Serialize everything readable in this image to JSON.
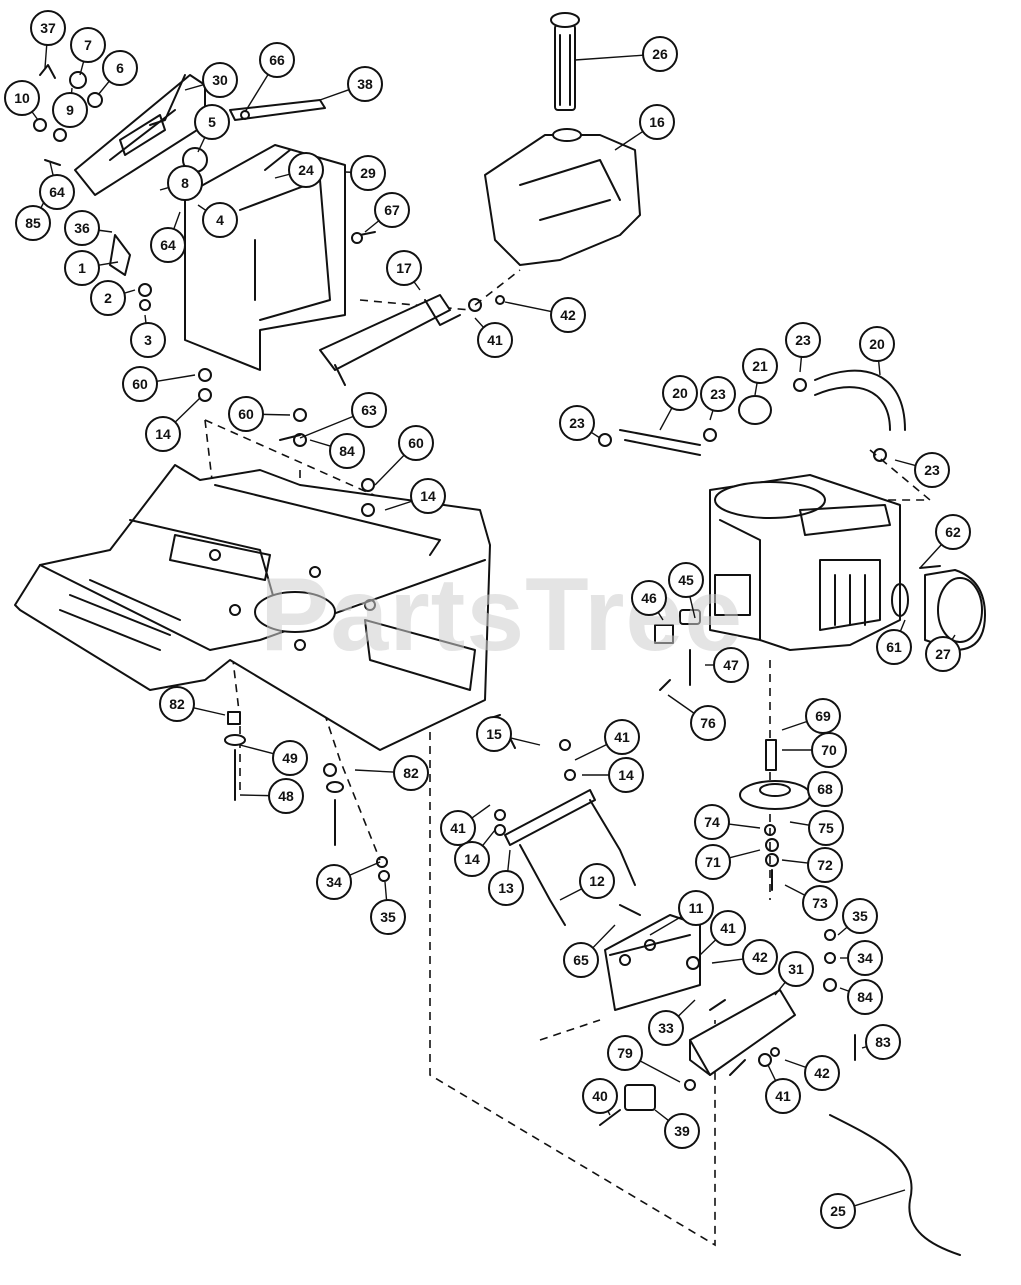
{
  "watermark": "PartsTree",
  "callouts": [
    {
      "id": "c37",
      "label": "37"
    },
    {
      "id": "c7",
      "label": "7"
    },
    {
      "id": "c6",
      "label": "6"
    },
    {
      "id": "c10",
      "label": "10"
    },
    {
      "id": "c9",
      "label": "9"
    },
    {
      "id": "c30",
      "label": "30"
    },
    {
      "id": "c5",
      "label": "5"
    },
    {
      "id": "c66",
      "label": "66"
    },
    {
      "id": "c38",
      "label": "38"
    },
    {
      "id": "c26",
      "label": "26"
    },
    {
      "id": "c16",
      "label": "16"
    },
    {
      "id": "c64a",
      "label": "64"
    },
    {
      "id": "c85",
      "label": "85"
    },
    {
      "id": "c8",
      "label": "8"
    },
    {
      "id": "c24",
      "label": "24"
    },
    {
      "id": "c29",
      "label": "29"
    },
    {
      "id": "c4",
      "label": "4"
    },
    {
      "id": "c36",
      "label": "36"
    },
    {
      "id": "c64b",
      "label": "64"
    },
    {
      "id": "c67",
      "label": "67"
    },
    {
      "id": "c1",
      "label": "1"
    },
    {
      "id": "c17",
      "label": "17"
    },
    {
      "id": "c2",
      "label": "2"
    },
    {
      "id": "c42a",
      "label": "42"
    },
    {
      "id": "c41a",
      "label": "41"
    },
    {
      "id": "c3",
      "label": "3"
    },
    {
      "id": "c60a",
      "label": "60"
    },
    {
      "id": "c21",
      "label": "21"
    },
    {
      "id": "c23a",
      "label": "23"
    },
    {
      "id": "c20a",
      "label": "20"
    },
    {
      "id": "c20b",
      "label": "20"
    },
    {
      "id": "c23b",
      "label": "23"
    },
    {
      "id": "c23c",
      "label": "23"
    },
    {
      "id": "c60b",
      "label": "60"
    },
    {
      "id": "c63",
      "label": "63"
    },
    {
      "id": "c14a",
      "label": "14"
    },
    {
      "id": "c84a",
      "label": "84"
    },
    {
      "id": "c60c",
      "label": "60"
    },
    {
      "id": "c23d",
      "label": "23"
    },
    {
      "id": "c14b",
      "label": "14"
    },
    {
      "id": "c62",
      "label": "62"
    },
    {
      "id": "c46",
      "label": "46"
    },
    {
      "id": "c45",
      "label": "45"
    },
    {
      "id": "c61",
      "label": "61"
    },
    {
      "id": "c27",
      "label": "27"
    },
    {
      "id": "c47",
      "label": "47"
    },
    {
      "id": "c82a",
      "label": "82"
    },
    {
      "id": "c76",
      "label": "76"
    },
    {
      "id": "c69",
      "label": "69"
    },
    {
      "id": "c15",
      "label": "15"
    },
    {
      "id": "c41b",
      "label": "41"
    },
    {
      "id": "c70",
      "label": "70"
    },
    {
      "id": "c49",
      "label": "49"
    },
    {
      "id": "c82b",
      "label": "82"
    },
    {
      "id": "c14c",
      "label": "14"
    },
    {
      "id": "c68",
      "label": "68"
    },
    {
      "id": "c48",
      "label": "48"
    },
    {
      "id": "c74",
      "label": "74"
    },
    {
      "id": "c75",
      "label": "75"
    },
    {
      "id": "c41c",
      "label": "41"
    },
    {
      "id": "c14d",
      "label": "14"
    },
    {
      "id": "c71",
      "label": "71"
    },
    {
      "id": "c72",
      "label": "72"
    },
    {
      "id": "c13",
      "label": "13"
    },
    {
      "id": "c12",
      "label": "12"
    },
    {
      "id": "c34a",
      "label": "34"
    },
    {
      "id": "c73",
      "label": "73"
    },
    {
      "id": "c35a",
      "label": "35"
    },
    {
      "id": "c11",
      "label": "11"
    },
    {
      "id": "c35b",
      "label": "35"
    },
    {
      "id": "c41d",
      "label": "41"
    },
    {
      "id": "c65",
      "label": "65"
    },
    {
      "id": "c42b",
      "label": "42"
    },
    {
      "id": "c34b",
      "label": "34"
    },
    {
      "id": "c31",
      "label": "31"
    },
    {
      "id": "c84b",
      "label": "84"
    },
    {
      "id": "c33",
      "label": "33"
    },
    {
      "id": "c83",
      "label": "83"
    },
    {
      "id": "c79",
      "label": "79"
    },
    {
      "id": "c42c",
      "label": "42"
    },
    {
      "id": "c41e",
      "label": "41"
    },
    {
      "id": "c40",
      "label": "40"
    },
    {
      "id": "c39",
      "label": "39"
    },
    {
      "id": "c25",
      "label": "25"
    }
  ]
}
